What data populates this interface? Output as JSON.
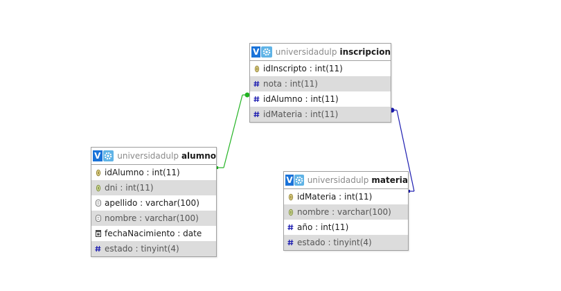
{
  "colors": {
    "link_green": "#22b322",
    "link_blue": "#1c1cb0",
    "header_v_button": "#1a73d9",
    "header_gear_button": "#5fb3e6",
    "alt_row_bg": "#dcdcdc",
    "border": "#9f9f9f"
  },
  "header_buttons": {
    "toggle_label": "V"
  },
  "tables": {
    "inscripcion": {
      "database": "universidadulp",
      "name": "inscripcion",
      "columns": [
        {
          "label": "idInscripto : int(11)",
          "icon": "primary-key-icon"
        },
        {
          "label": "nota : int(11)",
          "icon": "numeric-column-icon"
        },
        {
          "label": "idAlumno : int(11)",
          "icon": "numeric-column-icon"
        },
        {
          "label": "idMateria : int(11)",
          "icon": "numeric-column-icon"
        }
      ]
    },
    "alumno": {
      "database": "universidadulp",
      "name": "alumno",
      "columns": [
        {
          "label": "idAlumno : int(11)",
          "icon": "primary-key-icon"
        },
        {
          "label": "dni : int(11)",
          "icon": "unique-key-icon"
        },
        {
          "label": "apellido : varchar(100)",
          "icon": "text-column-icon"
        },
        {
          "label": "nombre : varchar(100)",
          "icon": "text-column-icon"
        },
        {
          "label": "fechaNacimiento : date",
          "icon": "date-column-icon"
        },
        {
          "label": "estado : tinyint(4)",
          "icon": "numeric-column-icon"
        }
      ]
    },
    "materia": {
      "database": "universidadulp",
      "name": "materia",
      "columns": [
        {
          "label": "idMateria : int(11)",
          "icon": "primary-key-icon"
        },
        {
          "label": "nombre : varchar(100)",
          "icon": "unique-key-icon"
        },
        {
          "label": "año : int(11)",
          "icon": "numeric-column-icon"
        },
        {
          "label": "estado : tinyint(4)",
          "icon": "numeric-column-icon"
        }
      ]
    }
  }
}
